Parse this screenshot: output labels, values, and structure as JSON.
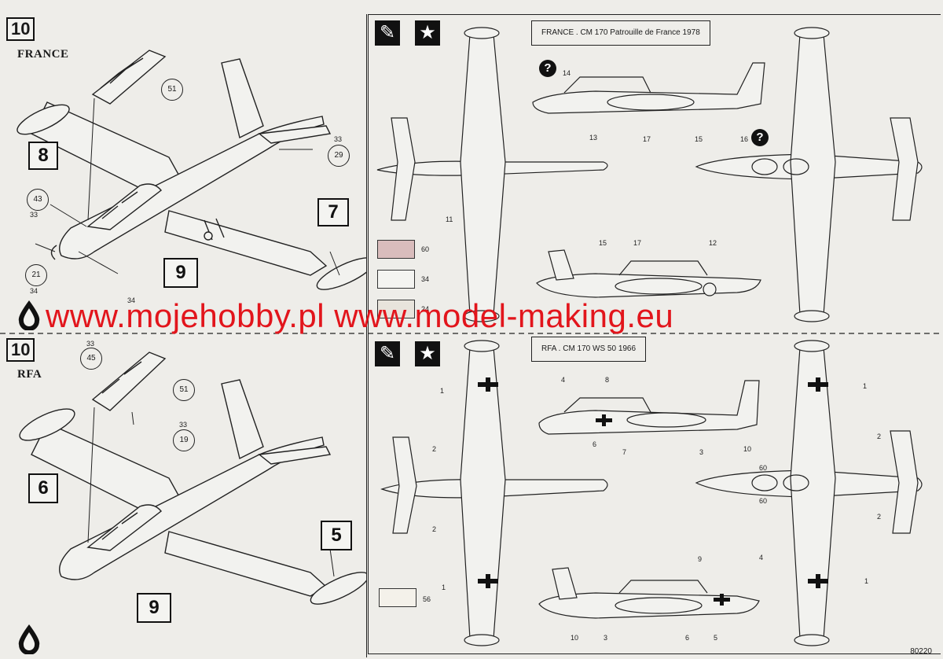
{
  "top_left": {
    "step": "10",
    "country": "FRANCE",
    "parts": {
      "canopy": "51",
      "p33a": "33",
      "p29": "29",
      "p43": "43",
      "p33b": "33",
      "p21": "21",
      "p34a": "34",
      "p34b": "34"
    },
    "boxes": {
      "b8": "8",
      "b7": "7",
      "b9": "9"
    }
  },
  "bottom_left": {
    "step": "10",
    "country": "RFA",
    "parts": {
      "p33a": "33",
      "p45": "45",
      "canopy": "51",
      "p33b": "33",
      "p19": "19"
    },
    "boxes": {
      "b6": "6",
      "b5": "5",
      "b9": "9"
    }
  },
  "top_right": {
    "caption": "FRANCE .  CM 170     Patrouille de France 1978",
    "swatches": [
      {
        "label": "60",
        "color": "#d9bcbc"
      },
      {
        "label": "34",
        "color": "#f4f4f1"
      },
      {
        "label": "24",
        "color": "#e8e4dc"
      }
    ],
    "callouts": [
      "14",
      "13",
      "17",
      "15",
      "16",
      "11",
      "15",
      "17",
      "12"
    ]
  },
  "bottom_right": {
    "caption": "RFA . CM 170   WS 50     1966",
    "swatches": [
      {
        "label": "56",
        "color": "#f4f1ea"
      }
    ],
    "callouts": [
      "1",
      "4",
      "8",
      "6",
      "7",
      "3",
      "10",
      "2",
      "2",
      "1",
      "60",
      "60",
      "2",
      "2",
      "1",
      "9",
      "4",
      "10",
      "3",
      "6",
      "5",
      "1"
    ]
  },
  "watermark": "www.mojehobby.pl www.model-making.eu",
  "footer": "80220"
}
